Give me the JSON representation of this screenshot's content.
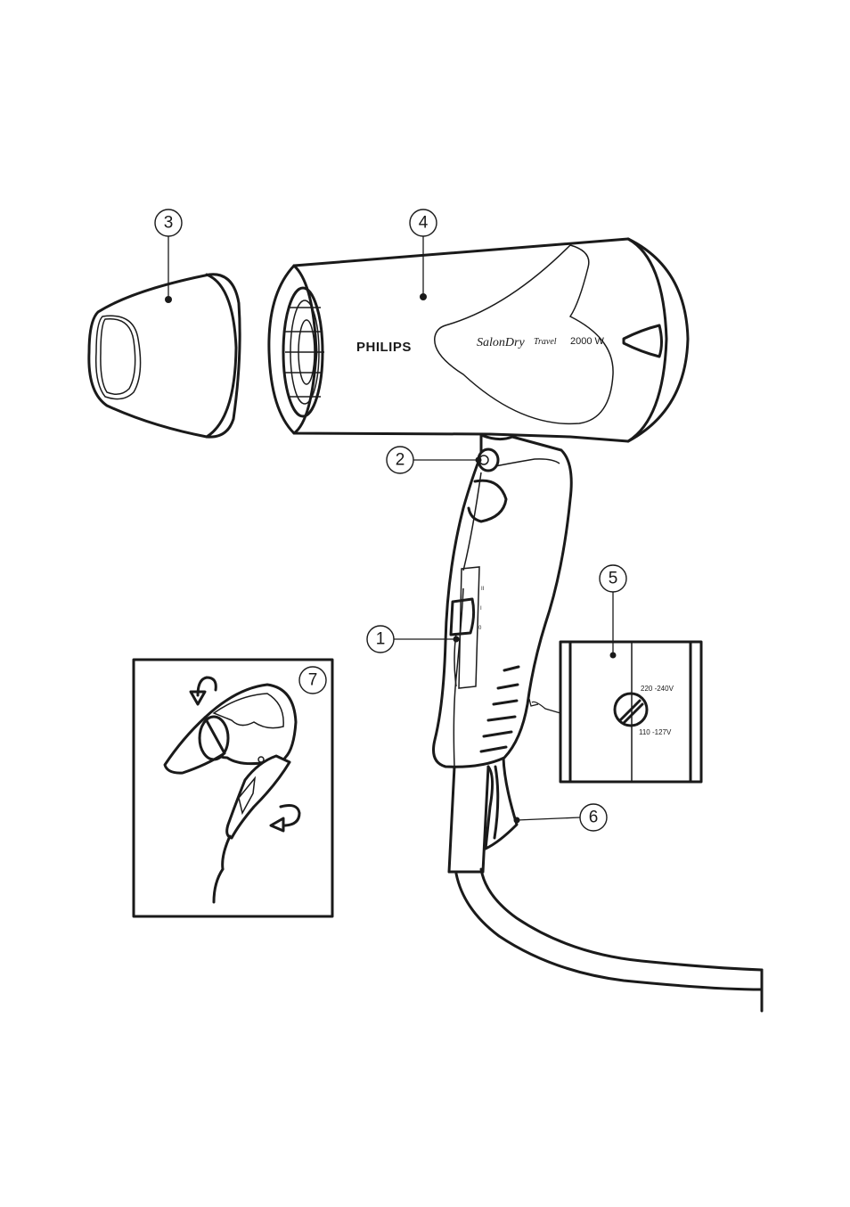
{
  "product": {
    "brand": "PHILIPS",
    "model_name": "SalonDry",
    "model_variant": "Travel",
    "power_rating": "2000 W"
  },
  "switch_positions": [
    "II",
    "I",
    "0"
  ],
  "voltage_selector": {
    "upper_label": "220 -240V",
    "lower_label": "110 -127V"
  },
  "callouts": [
    {
      "number": "1",
      "part": "on-off-switch"
    },
    {
      "number": "2",
      "part": "fold-button"
    },
    {
      "number": "3",
      "part": "concentrator"
    },
    {
      "number": "4",
      "part": "dryer-body"
    },
    {
      "number": "5",
      "part": "voltage-selector"
    },
    {
      "number": "6",
      "part": "hanging-loop"
    },
    {
      "number": "7",
      "part": "folding-illustration"
    }
  ],
  "colors": {
    "line": "#1a1a1a",
    "background": "#ffffff"
  }
}
